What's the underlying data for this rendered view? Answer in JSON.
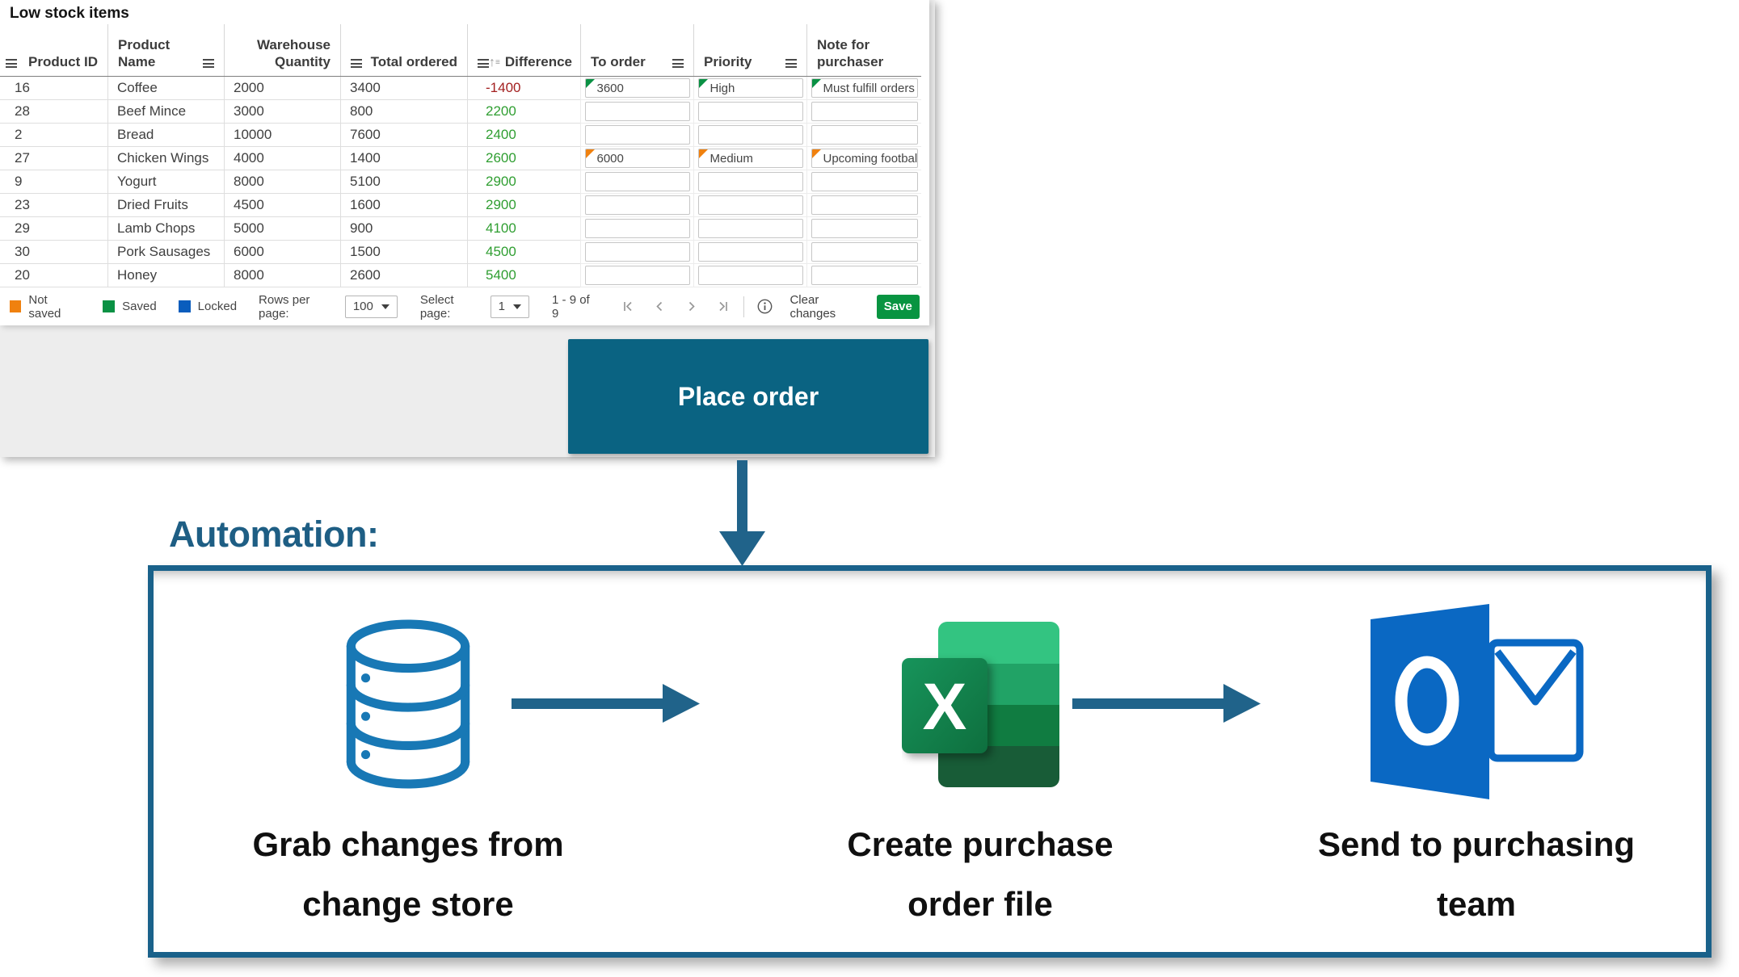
{
  "table": {
    "title": "Low stock items",
    "columns": [
      {
        "label": "Product ID"
      },
      {
        "label": "Product Name"
      },
      {
        "label": "Warehouse\nQuantity"
      },
      {
        "label": "Total ordered"
      },
      {
        "label": "Difference"
      },
      {
        "label": "To order"
      },
      {
        "label": "Priority"
      },
      {
        "label": "Note for\npurchaser"
      }
    ],
    "rows": [
      {
        "id": "16",
        "name": "Coffee",
        "warehouse_qty": "2000",
        "total_ordered": "3400",
        "difference": "-1400",
        "to_order": {
          "value": "3600",
          "state": "saved"
        },
        "priority": {
          "value": "High",
          "state": "saved"
        },
        "note": {
          "value": "Must fulfill orders",
          "state": "saved"
        }
      },
      {
        "id": "28",
        "name": "Beef Mince",
        "warehouse_qty": "3000",
        "total_ordered": "800",
        "difference": "2200",
        "to_order": {
          "value": "",
          "state": "none"
        },
        "priority": {
          "value": "",
          "state": "none"
        },
        "note": {
          "value": "",
          "state": "none"
        }
      },
      {
        "id": "2",
        "name": "Bread",
        "warehouse_qty": "10000",
        "total_ordered": "7600",
        "difference": "2400",
        "to_order": {
          "value": "",
          "state": "none"
        },
        "priority": {
          "value": "",
          "state": "none"
        },
        "note": {
          "value": "",
          "state": "none"
        }
      },
      {
        "id": "27",
        "name": "Chicken Wings",
        "warehouse_qty": "4000",
        "total_ordered": "1400",
        "difference": "2600",
        "to_order": {
          "value": "6000",
          "state": "unsaved"
        },
        "priority": {
          "value": "Medium",
          "state": "unsaved"
        },
        "note": {
          "value": "Upcoming football",
          "state": "unsaved"
        }
      },
      {
        "id": "9",
        "name": "Yogurt",
        "warehouse_qty": "8000",
        "total_ordered": "5100",
        "difference": "2900",
        "to_order": {
          "value": "",
          "state": "none"
        },
        "priority": {
          "value": "",
          "state": "none"
        },
        "note": {
          "value": "",
          "state": "none"
        }
      },
      {
        "id": "23",
        "name": "Dried Fruits",
        "warehouse_qty": "4500",
        "total_ordered": "1600",
        "difference": "2900",
        "to_order": {
          "value": "",
          "state": "none"
        },
        "priority": {
          "value": "",
          "state": "none"
        },
        "note": {
          "value": "",
          "state": "none"
        }
      },
      {
        "id": "29",
        "name": "Lamb Chops",
        "warehouse_qty": "5000",
        "total_ordered": "900",
        "difference": "4100",
        "to_order": {
          "value": "",
          "state": "none"
        },
        "priority": {
          "value": "",
          "state": "none"
        },
        "note": {
          "value": "",
          "state": "none"
        }
      },
      {
        "id": "30",
        "name": "Pork Sausages",
        "warehouse_qty": "6000",
        "total_ordered": "1500",
        "difference": "4500",
        "to_order": {
          "value": "",
          "state": "none"
        },
        "priority": {
          "value": "",
          "state": "none"
        },
        "note": {
          "value": "",
          "state": "none"
        }
      },
      {
        "id": "20",
        "name": "Honey",
        "warehouse_qty": "8000",
        "total_ordered": "2600",
        "difference": "5400",
        "to_order": {
          "value": "",
          "state": "none"
        },
        "priority": {
          "value": "",
          "state": "none"
        },
        "note": {
          "value": "",
          "state": "none"
        }
      }
    ],
    "footer": {
      "legend": [
        {
          "label": "Not saved",
          "color": "#f0810f"
        },
        {
          "label": "Saved",
          "color": "#0a9144"
        },
        {
          "label": "Locked",
          "color": "#0a5dbd"
        }
      ],
      "rows_per_page_label": "Rows per page:",
      "rows_per_page_value": "100",
      "select_page_label": "Select page:",
      "select_page_value": "1",
      "range_text": "1 - 9 of 9",
      "clear_label": "Clear changes",
      "save_label": "Save"
    }
  },
  "place_order": {
    "label": "Place order"
  },
  "automation": {
    "heading": "Automation:",
    "steps": [
      {
        "icon": "database-icon",
        "caption_line1": "Grab changes from",
        "caption_line2": "change store"
      },
      {
        "icon": "excel-icon",
        "caption_line1": "Create purchase",
        "caption_line2": "order file"
      },
      {
        "icon": "outlook-icon",
        "caption_line1": "Send to purchasing",
        "caption_line2": "team"
      }
    ]
  },
  "colors": {
    "accent_teal": "#0a6382",
    "flow_blue": "#20638a",
    "box_border": "#19618a",
    "heading_blue": "#1e5e84",
    "save_green": "#089441",
    "saved_marker": "#0a9144",
    "unsaved_marker": "#f0810f",
    "locked_blue": "#0a5dbd",
    "diff_negative": "#a32020",
    "diff_positive": "#2f9e31",
    "database_icon_blue": "#1878b5",
    "outlook_blue": "#0a68c3",
    "excel_greens": [
      "#33c481",
      "#21a366",
      "#107c41",
      "#185c37"
    ]
  }
}
